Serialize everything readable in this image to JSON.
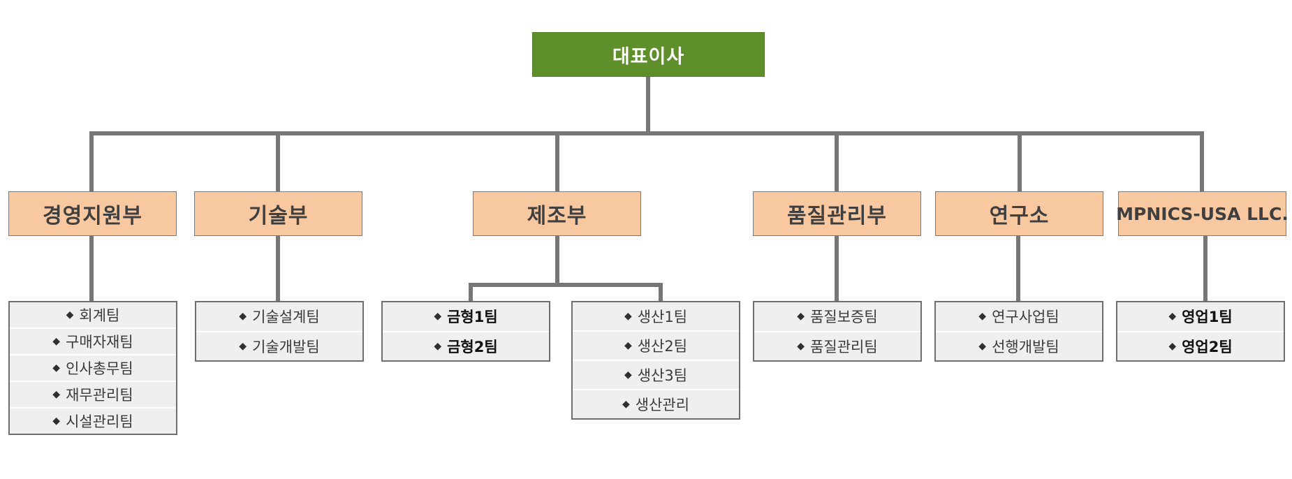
{
  "ceo": {
    "label": "대표이사"
  },
  "departments": [
    {
      "label": "경영지원부",
      "teams": [
        "회계팀",
        "구매자재팀",
        "인사총무팀",
        "재무관리팀",
        "시설관리팀"
      ]
    },
    {
      "label": "기술부",
      "teams": [
        "기술설계팀",
        "기술개발팀"
      ]
    },
    {
      "label": "제조부",
      "groups": [
        {
          "teams": [
            "금형1팀",
            "금형2팀"
          ]
        },
        {
          "teams": [
            "생산1팀",
            "생산2팀",
            "생산3팀",
            "생산관리"
          ]
        }
      ]
    },
    {
      "label": "품질관리부",
      "teams": [
        "품질보증팀",
        "품질관리팀"
      ]
    },
    {
      "label": "연구소",
      "teams": [
        "연구사업팀",
        "선행개발팀"
      ]
    },
    {
      "label": "MPNICS-USA LLC.",
      "teams": [
        "영업1팀",
        "영업2팀"
      ]
    }
  ],
  "bullet": "◆",
  "colors": {
    "ceo": "#5e8f2b",
    "department": "#f8c8a0",
    "team_box": "#efefef",
    "connector": "#767676"
  }
}
